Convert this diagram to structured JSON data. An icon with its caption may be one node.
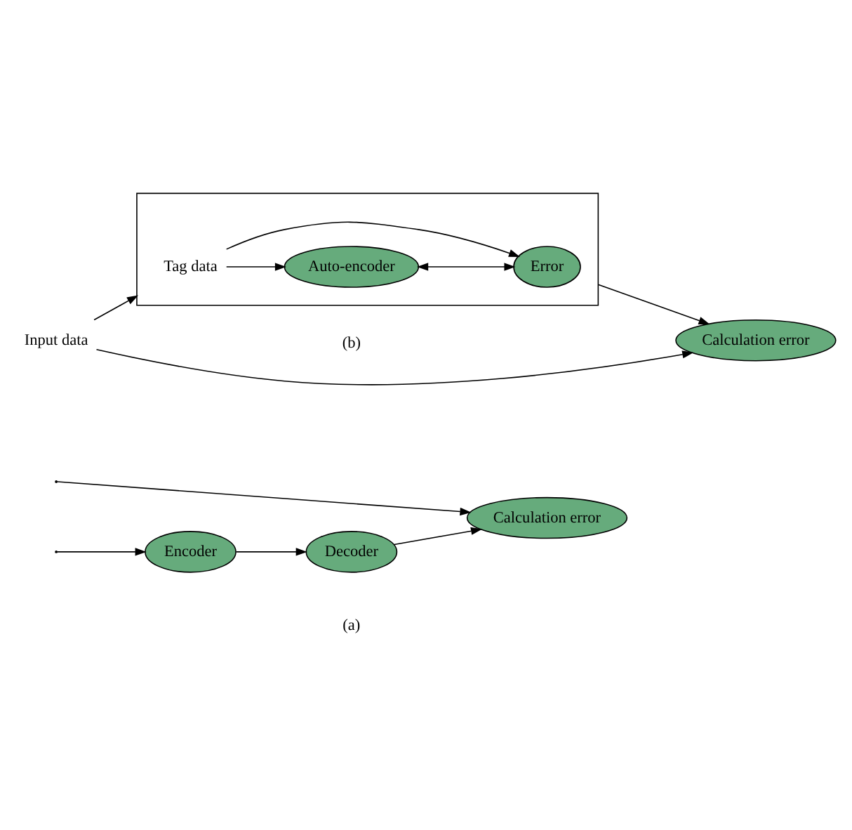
{
  "diagram": {
    "nodes": [
      {
        "text": [
          "Encoder"
        ]
      },
      {
        "text": [
          "Decoder"
        ]
      },
      {
        "text": [
          "Calculation error"
        ]
      },
      {
        "text": [],
        "shape": "box"
      },
      {
        "text": [
          "Tag data"
        ],
        "in": 3
      },
      {
        "text": [
          "Auto-encoder"
        ],
        "in": 3
      },
      {
        "text": [
          "Error"
        ],
        "in": 3
      },
      {
        "text": [
          "Input data"
        ]
      },
      {
        "text": [
          "Calculation error"
        ]
      }
    ],
    "edges": [
      {
        "from": null,
        "to": 0,
        "arrow": "to"
      },
      {
        "from": 0,
        "to": 1,
        "arrow": "to"
      },
      {
        "from": 1,
        "to": 2,
        "arrow": "to"
      },
      {
        "from": null,
        "to": 2,
        "arrow": "to"
      },
      {
        "from": 7,
        "to": 3,
        "arrow": "to"
      },
      {
        "from": 4,
        "to": 5,
        "arrow": "to"
      },
      {
        "from": 4,
        "to": 6,
        "arrow": "to"
      },
      {
        "from": 5,
        "to": 6,
        "arrow": "both"
      },
      {
        "from": 3,
        "to": 8,
        "arrow": "to"
      },
      {
        "from": 7,
        "to": 8,
        "arrow": "to"
      }
    ],
    "labels": [
      "(a)",
      "(b)"
    ]
  }
}
